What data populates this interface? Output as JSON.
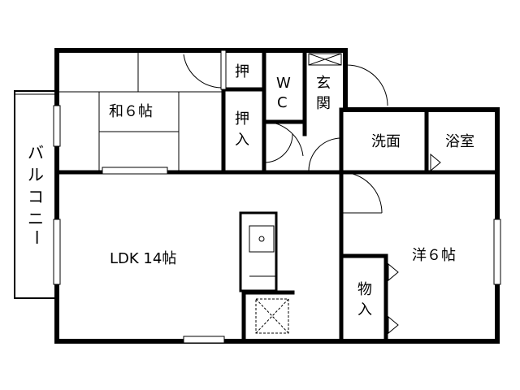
{
  "floorplan": {
    "rooms": {
      "washitsu": "和６帖",
      "oshiire_top": "押",
      "oshiire_bottom_1": "押",
      "oshiire_bottom_2": "入",
      "wc_1": "W",
      "wc_2": "C",
      "genkan_1": "玄",
      "genkan_2": "関",
      "senmen": "洗面",
      "yokushitsu": "浴室",
      "ldk": "LDK 14帖",
      "youshitsu": "洋６帖",
      "monoire_1": "物",
      "monoire_2": "入",
      "balcony_1": "バ",
      "balcony_2": "ル",
      "balcony_3": "コ",
      "balcony_4": "ニ",
      "balcony_5": "ー"
    }
  }
}
